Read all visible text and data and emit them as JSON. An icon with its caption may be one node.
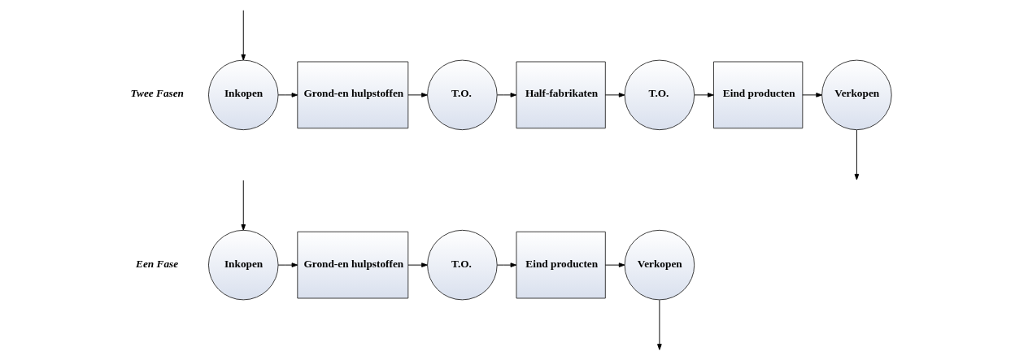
{
  "diagram": {
    "nodes": [
      {
        "text": [
          "Inkopen"
        ]
      },
      {
        "text": [
          "Grond-en hulpstoffen"
        ]
      },
      {
        "text": [
          "T.O."
        ]
      },
      {
        "text": [
          "Eind producten"
        ]
      },
      {
        "text": [
          "Verkopen"
        ]
      },
      {
        "text": [
          "Inkopen"
        ]
      },
      {
        "text": [
          "Grond-en hulpstoffen"
        ]
      },
      {
        "text": [
          "T.O."
        ]
      },
      {
        "text": [
          "Half-fabrikaten"
        ]
      },
      {
        "text": [
          "T.O."
        ]
      },
      {
        "text": [
          "Eind producten"
        ]
      },
      {
        "text": [
          "Verkopen"
        ]
      }
    ],
    "edges": [
      {
        "from": null,
        "to": 0,
        "arrow": "to"
      },
      {
        "from": 0,
        "to": 1,
        "arrow": "to"
      },
      {
        "from": 1,
        "to": 2,
        "arrow": "to"
      },
      {
        "from": 2,
        "to": 3,
        "arrow": "to"
      },
      {
        "from": 3,
        "to": 4,
        "arrow": "to"
      },
      {
        "from": 4,
        "to": null,
        "arrow": "to"
      },
      {
        "from": null,
        "to": 5,
        "arrow": "to"
      },
      {
        "from": 5,
        "to": 6,
        "arrow": "to"
      },
      {
        "from": 6,
        "to": 7,
        "arrow": "to"
      },
      {
        "from": 7,
        "to": 8,
        "arrow": "to"
      },
      {
        "from": 8,
        "to": 9,
        "arrow": "to"
      },
      {
        "from": 9,
        "to": 10,
        "arrow": "to"
      },
      {
        "from": 10,
        "to": 11,
        "arrow": "to"
      },
      {
        "from": 11,
        "to": null,
        "arrow": "to"
      }
    ],
    "labels": [
      "Een Fase",
      "Twee Fasen"
    ]
  }
}
